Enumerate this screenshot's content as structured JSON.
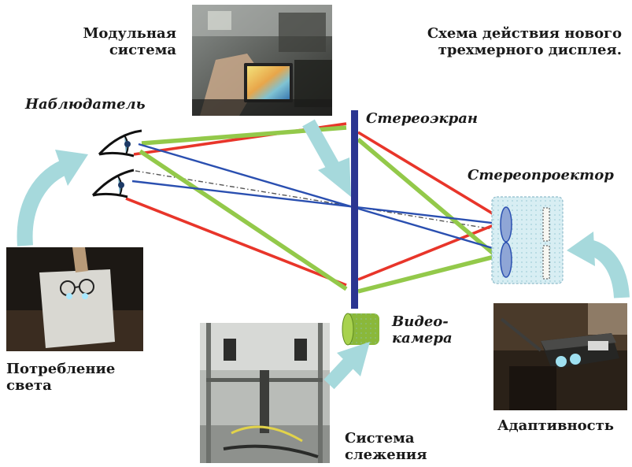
{
  "labels": {
    "modular_system": "Модульная\nсистема",
    "scheme_title": "Схема действия нового\nтрехмерного дисплея.",
    "observer": "Наблюдатель",
    "stereo_screen": "Стереоэкран",
    "stereo_projector": "Стереопроектор",
    "video_camera": "Видео-\nкамера",
    "light_consumption": "Потребление\nсвета",
    "tracking_system": "Система\nслежения",
    "adaptivity": "Адаптивность"
  },
  "colors": {
    "red_beam": "#e8352a",
    "green_beam": "#93c94a",
    "blue_beam": "#2a4fb0",
    "screen": "#2b3591",
    "arrow": "#a6d9dc",
    "camera_green": "#8ab83a",
    "projector_box": "#cfe7ee",
    "text": "#1a1a1a"
  },
  "photos": [
    "modular-system-photo",
    "light-consumption-photo",
    "tracking-system-photo",
    "adaptivity-photo"
  ]
}
